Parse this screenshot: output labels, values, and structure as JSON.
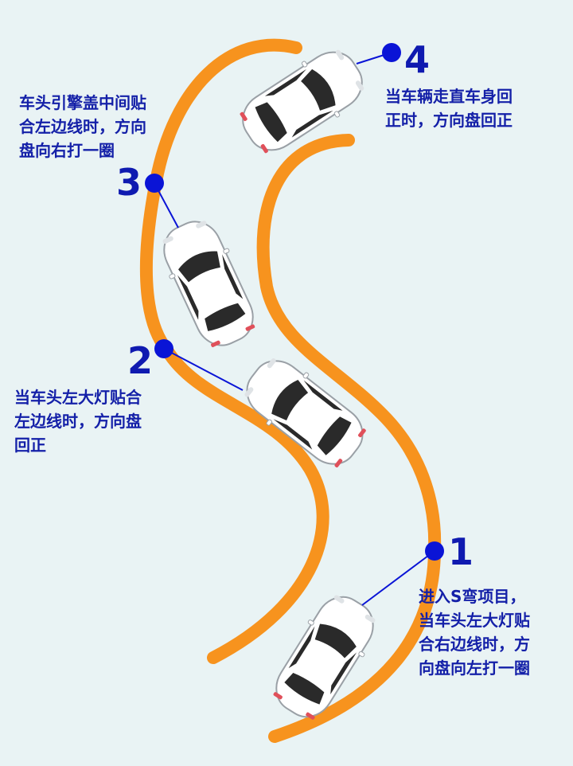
{
  "colors": {
    "background": "#e9f3f4",
    "road_edge": "#f7931e",
    "marker": "#0a14d6",
    "text": "#1420a8",
    "car_body": "#ffffff",
    "car_glass": "#2a2a2a"
  },
  "steps": [
    {
      "number": "1",
      "lines": [
        "进入S弯项目，",
        "当车头左大灯贴",
        "合右边线时，方",
        "向盘向左打一圈"
      ]
    },
    {
      "number": "2",
      "lines": [
        "当车头左大灯贴合",
        "左边线时，方向盘",
        "回正"
      ]
    },
    {
      "number": "3",
      "lines": [
        "车头引擎盖中间贴",
        "合左边线时，方向",
        "盘向右打一圈"
      ]
    },
    {
      "number": "4",
      "lines": [
        "当车辆走直车身回",
        "正时，方向盘回正"
      ]
    }
  ]
}
